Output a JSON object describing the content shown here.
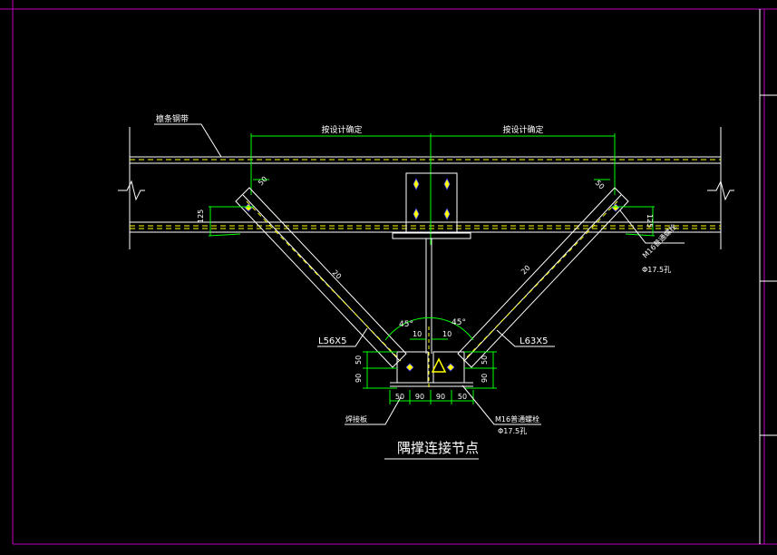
{
  "colors": {
    "background": "#000000",
    "frame": "#c000c0",
    "white": "#ffffff",
    "dim_green": "#00ff00",
    "yellow": "#ffff00",
    "cyan": "#00ffff",
    "blue": "#4040ff"
  },
  "labels": {
    "top_left_note": "檩条钢带",
    "top_dim_left": "按设计确定",
    "top_dim_right": "按设计确定",
    "left_member": "L56X5",
    "right_member": "L63X5",
    "bottom_left_note": "焊接板",
    "bottom_right_note": "M16普通螺栓",
    "bottom_right_hole": "Φ17.5孔",
    "right_bolt_note": "M16普通螺栓",
    "right_bolt_hole": "Φ17.5孔",
    "title": "隅撑连接节点",
    "angle_left": "45°",
    "angle_right": "45°",
    "dim_50_left": "50",
    "dim_50_right": "50",
    "dim_125_left": "125",
    "dim_125_right": "125",
    "dim_20_left": "20",
    "dim_20_right": "20",
    "dim_10_left": "10",
    "dim_10_right": "10",
    "dim_90_v_left": "90",
    "dim_50_v_left": "50",
    "dim_90_v_right": "90",
    "dim_50_v_right": "50",
    "dim_bottom": [
      "50",
      "90",
      "90",
      "50"
    ]
  }
}
